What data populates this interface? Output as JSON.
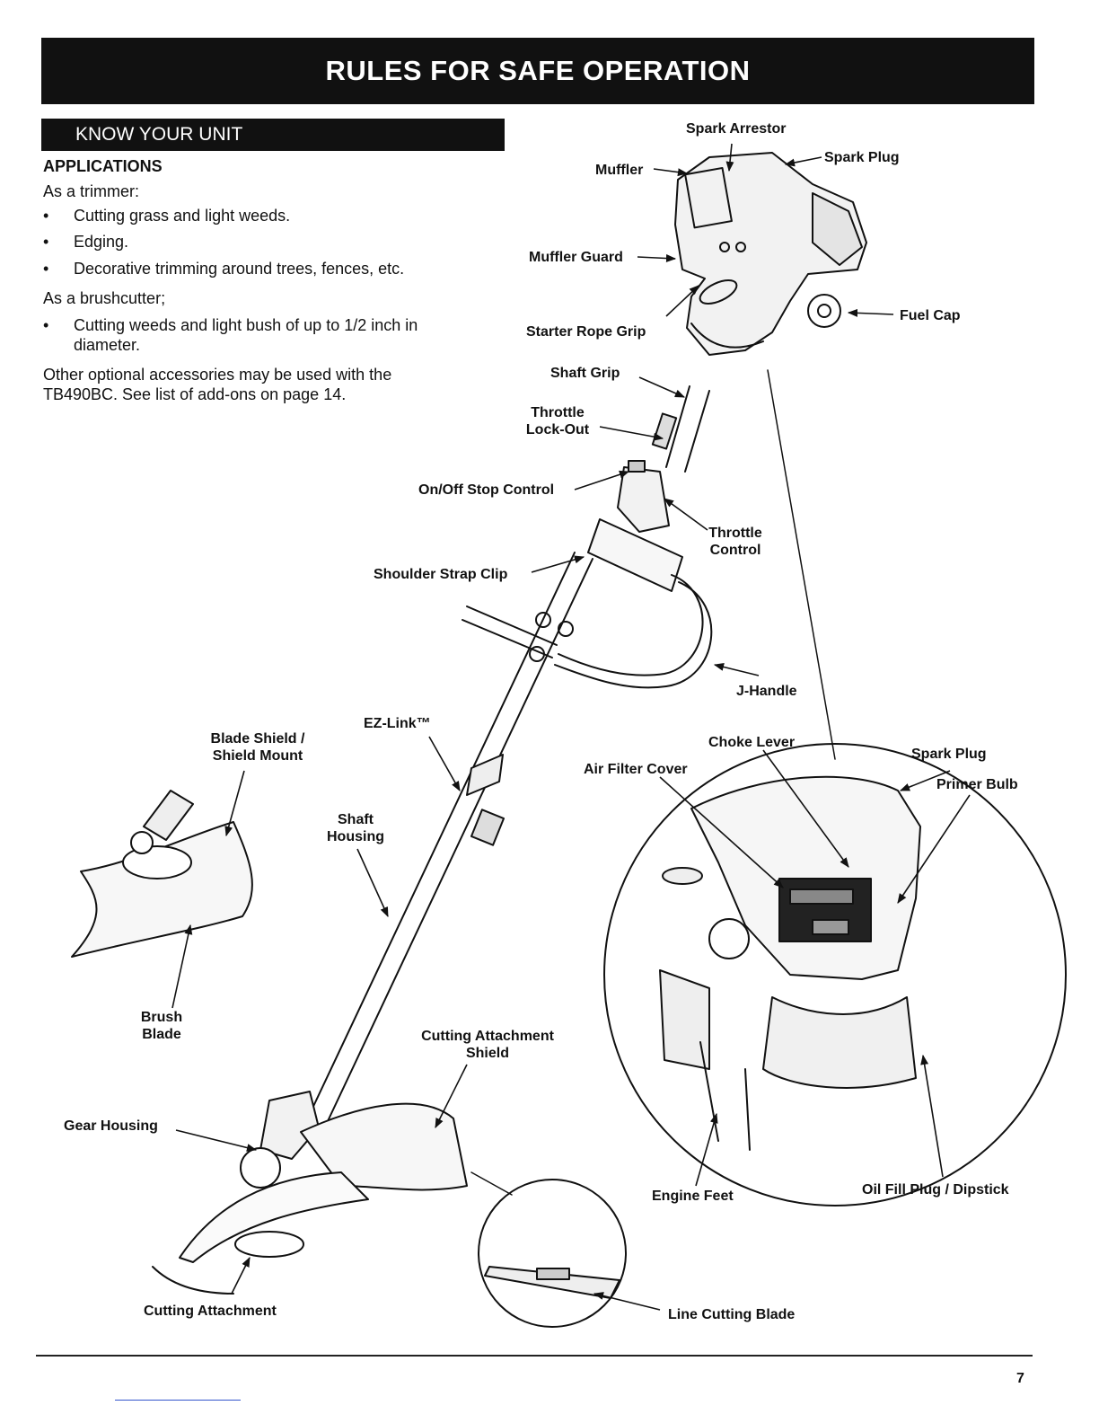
{
  "header": {
    "title": "RULES FOR SAFE OPERATION",
    "section": "KNOW YOUR UNIT"
  },
  "applications": {
    "title": "APPLICATIONS",
    "trimmer_intro": "As a trimmer:",
    "trimmer_items": [
      "Cutting grass and light weeds.",
      "Edging.",
      "Decorative trimming around trees, fences, etc."
    ],
    "brushcutter_intro": "As a brushcutter;",
    "brushcutter_item_line1": "Cutting weeds and light bush of up to 1/2 inch in",
    "brushcutter_item_line2": "diameter.",
    "note_line1": "Other optional accessories may be used with the",
    "note_line2": "TB490BC. See list of add-ons on page 14."
  },
  "labels": {
    "spark_arrestor": "Spark Arrestor",
    "spark_plug_top": "Spark Plug",
    "muffler": "Muffler",
    "muffler_guard": "Muffler Guard",
    "fuel_cap": "Fuel Cap",
    "starter_rope_grip": "Starter Rope Grip",
    "shaft_grip": "Shaft Grip",
    "throttle_lockout_1": "Throttle",
    "throttle_lockout_2": "Lock-Out",
    "on_off_stop": "On/Off Stop Control",
    "throttle_control_1": "Throttle",
    "throttle_control_2": "Control",
    "shoulder_strap_clip": "Shoulder Strap Clip",
    "j_handle": "J-Handle",
    "ez_link": "EZ-Link™",
    "blade_shield_1": "Blade Shield /",
    "blade_shield_2": "Shield Mount",
    "shaft_housing_1": "Shaft",
    "shaft_housing_2": "Housing",
    "brush_blade_1": "Brush",
    "brush_blade_2": "Blade",
    "choke_lever": "Choke Lever",
    "spark_plug_detail": "Spark Plug",
    "primer_bulb": "Primer Bulb",
    "air_filter_cover": "Air Filter Cover",
    "cutting_shield_1": "Cutting Attachment",
    "cutting_shield_2": "Shield",
    "gear_housing": "Gear Housing",
    "engine_feet": "Engine Feet",
    "oil_fill": "Oil Fill Plug / Dipstick",
    "cutting_attachment": "Cutting Attachment",
    "line_cutting_blade": "Line Cutting Blade"
  },
  "footer": {
    "page_number": "7"
  }
}
